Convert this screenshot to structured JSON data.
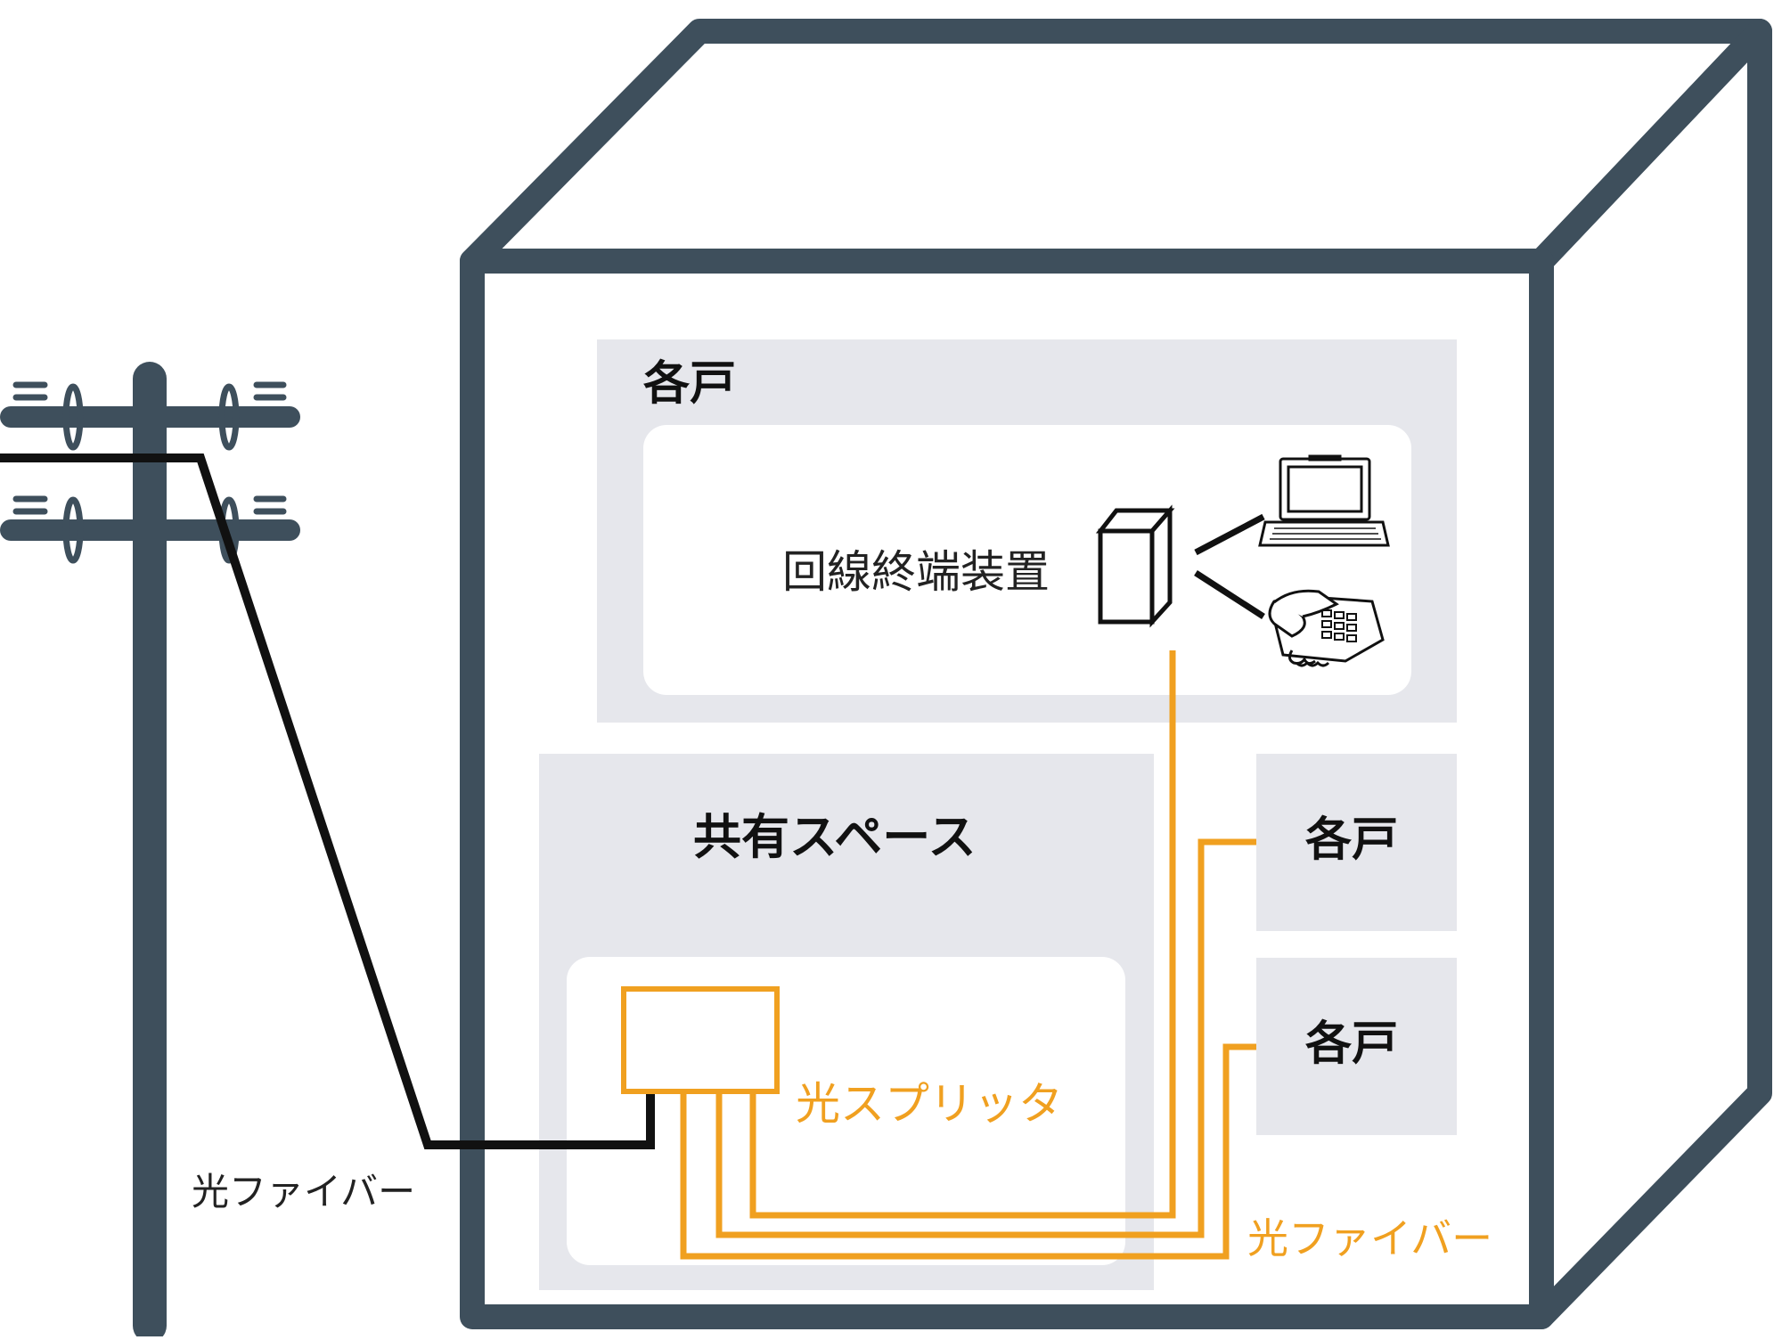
{
  "labels": {
    "unit_main": "各戸",
    "ont": "回線終端装置",
    "shared_space": "共有スペース",
    "unit_right_1": "各戸",
    "unit_right_2": "各戸",
    "splitter": "光スプリッタ",
    "fiber_pole": "光ファイバー",
    "fiber_building": "光ファイバー"
  },
  "icons": [
    "utility-pole-icon",
    "laptop-icon",
    "telephone-icon",
    "ont-box-icon",
    "splitter-box-icon"
  ],
  "colors": {
    "building_frame": "#3e4f5c",
    "room_fill": "#e6e7ec",
    "inner_room_fill": "#ffffff",
    "fiber_orange": "#f0a020",
    "cable_black": "#111111"
  }
}
